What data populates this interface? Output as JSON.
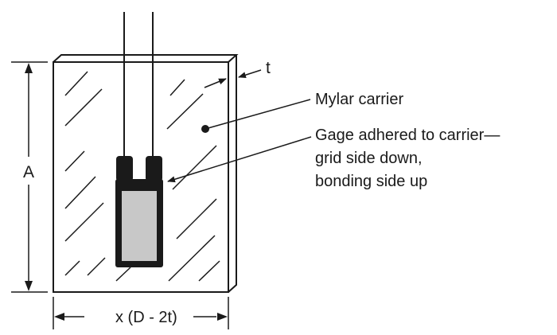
{
  "diagram": {
    "labels": {
      "thickness": "t",
      "carrier": "Mylar carrier",
      "gage_line1": "Gage adhered to carrier—",
      "gage_line2": "grid side down,",
      "gage_line3": "bonding side up",
      "height": "A",
      "width": "x (D - 2t)"
    },
    "colors": {
      "ink": "#1a1a1a",
      "gage_fill": "#c8c8c8",
      "page": "#ffffff"
    }
  }
}
